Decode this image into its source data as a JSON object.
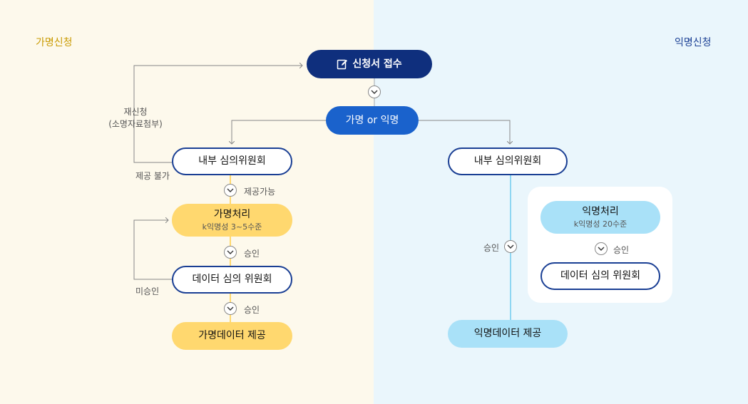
{
  "titles": {
    "left": "가명신청",
    "right": "익명신청",
    "left_color": "#c99a00",
    "right_color": "#1a3f94"
  },
  "nodes": {
    "receipt": "신청서 접수",
    "choice": "가명 or 익명",
    "left_review": "내부 심의위원회",
    "pseudo_process": "가명처리",
    "pseudo_sub": "k익명성 3~5수준",
    "data_review_left": "데이터 심의 위원회",
    "pseudo_provide": "가명데이터 제공",
    "right_review": "내부 심의위원회",
    "anon_process": "익명처리",
    "anon_sub": "k익명성 20수준",
    "data_review_right": "데이터 심의 위원회",
    "anon_provide": "익명데이터 제공"
  },
  "labels": {
    "reapply": "재신청\n(소명자료첨부)",
    "not_provided": "제공 불가",
    "provide_ok": "제공가능",
    "approve": "승인",
    "not_approved": "미승인"
  },
  "icons": {
    "receipt": "edit-document-icon",
    "chevron": "chevron-down-icon"
  }
}
